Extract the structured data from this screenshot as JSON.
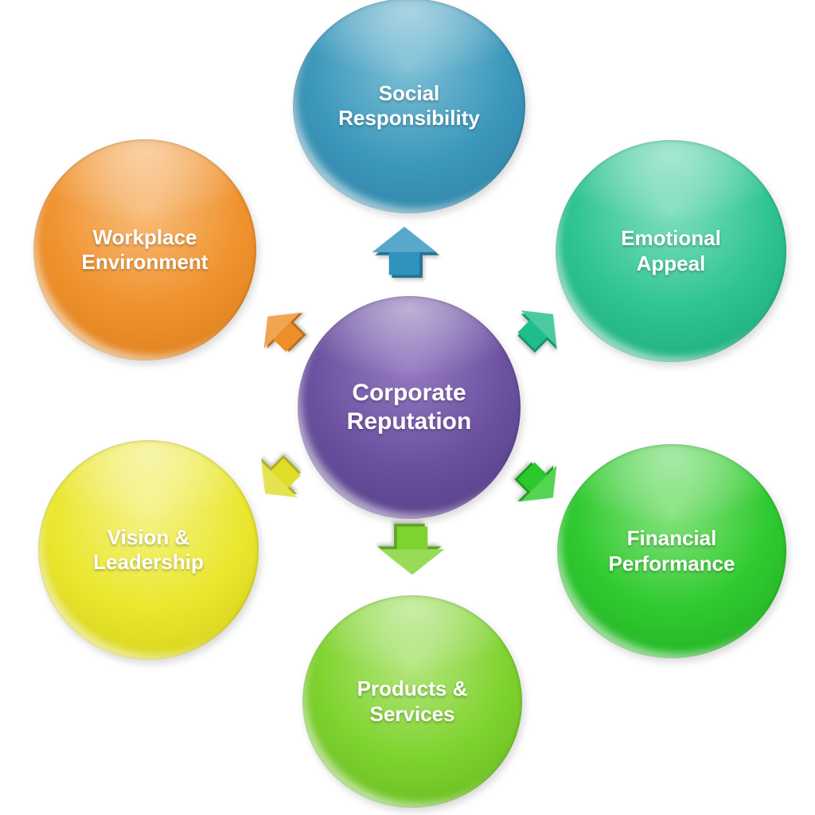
{
  "diagram": {
    "type": "radial-cycle",
    "background": "#ffffff",
    "center": {
      "id": "corporate-reputation",
      "label": "Corporate\nReputation",
      "colors": {
        "base": "#6b51a0",
        "light": "#9478c0",
        "dark": "#503a80"
      }
    },
    "nodes": [
      {
        "id": "social-responsibility",
        "label": "Social\nResponsibility",
        "position": "top",
        "colors": {
          "base": "#3d98bb",
          "light": "#7cc0d6",
          "dark": "#2a7da0"
        },
        "arrow": {
          "direction": "up",
          "color": "#2e93bd"
        }
      },
      {
        "id": "emotional-appeal",
        "label": "Emotional\nAppeal",
        "position": "top-right",
        "colors": {
          "base": "#2fc492",
          "light": "#7fdec0",
          "dark": "#17a376"
        },
        "arrow": {
          "direction": "up-right",
          "color": "#1ebd8b"
        }
      },
      {
        "id": "financial-performance",
        "label": "Financial\nPerformance",
        "position": "bottom-right",
        "colors": {
          "base": "#30ca30",
          "light": "#86e27e",
          "dark": "#1fa81f"
        },
        "arrow": {
          "direction": "down-right",
          "color": "#2bc92b"
        }
      },
      {
        "id": "products-services",
        "label": "Products &\nServices",
        "position": "bottom",
        "colors": {
          "base": "#7fd32f",
          "light": "#b4e67e",
          "dark": "#62b31c"
        },
        "arrow": {
          "direction": "down",
          "color": "#7ed32e"
        }
      },
      {
        "id": "vision-leadership",
        "label": "Vision &\nLeadership",
        "position": "bottom-left",
        "colors": {
          "base": "#eae72f",
          "light": "#f5f388",
          "dark": "#cfcb14"
        },
        "arrow": {
          "direction": "down-left",
          "color": "#e0dd28"
        }
      },
      {
        "id": "workplace-environment",
        "label": "Workplace\nEnvironment",
        "position": "top-left",
        "colors": {
          "base": "#f0922e",
          "light": "#f7bd7a",
          "dark": "#d87a17"
        },
        "arrow": {
          "direction": "up-left",
          "color": "#ee8e29"
        }
      }
    ]
  }
}
